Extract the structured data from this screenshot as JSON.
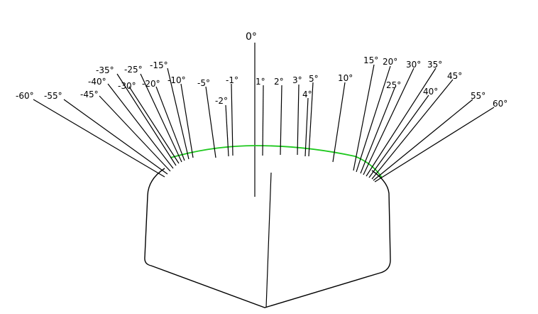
{
  "diagram": {
    "center_label": "0°",
    "angle_labels": [
      {
        "deg": -60,
        "text": "-60°"
      },
      {
        "deg": -55,
        "text": "-55°"
      },
      {
        "deg": -45,
        "text": "-45°"
      },
      {
        "deg": -40,
        "text": "-40°"
      },
      {
        "deg": -35,
        "text": "-35°"
      },
      {
        "deg": -30,
        "text": "-30°"
      },
      {
        "deg": -25,
        "text": "-25°"
      },
      {
        "deg": -20,
        "text": "-20°"
      },
      {
        "deg": -15,
        "text": "-15°"
      },
      {
        "deg": -10,
        "text": "-10°"
      },
      {
        "deg": -5,
        "text": "-5°"
      },
      {
        "deg": -2,
        "text": "-2°"
      },
      {
        "deg": -1,
        "text": "-1°"
      },
      {
        "deg": 1,
        "text": "1°"
      },
      {
        "deg": 2,
        "text": "2°"
      },
      {
        "deg": 3,
        "text": "3°"
      },
      {
        "deg": 4,
        "text": "4°"
      },
      {
        "deg": 5,
        "text": "5°"
      },
      {
        "deg": 10,
        "text": "10°"
      },
      {
        "deg": 15,
        "text": "15°"
      },
      {
        "deg": 20,
        "text": "20°"
      },
      {
        "deg": 25,
        "text": "25°"
      },
      {
        "deg": 30,
        "text": "30°"
      },
      {
        "deg": 35,
        "text": "35°"
      },
      {
        "deg": 40,
        "text": "40°"
      },
      {
        "deg": 45,
        "text": "45°"
      },
      {
        "deg": 55,
        "text": "55°"
      },
      {
        "deg": 60,
        "text": "60°"
      }
    ],
    "colors": {
      "lines": "#000000",
      "arc": "#1ec81e",
      "background": "#ffffff"
    }
  }
}
